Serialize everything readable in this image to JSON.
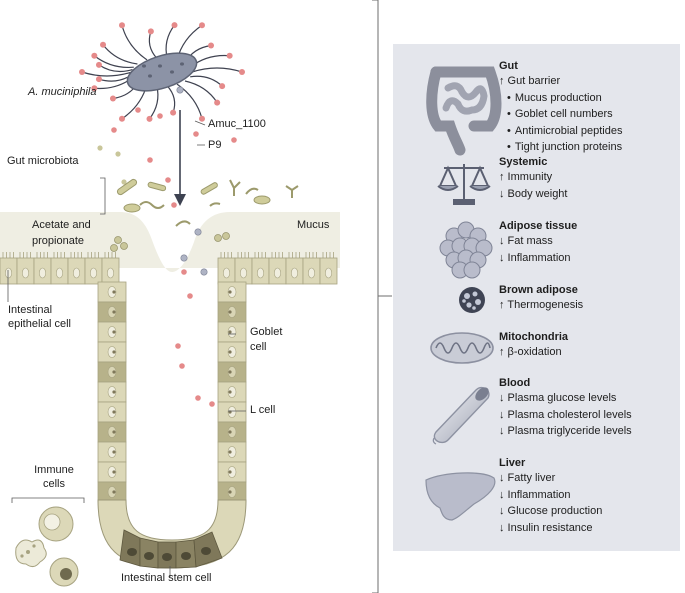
{
  "diagram": {
    "labels": {
      "akkermansia": "A. muciniphila",
      "amuc": "Amuc_1100",
      "p9": "P9",
      "gut_microbiota": "Gut microbiota",
      "acetate_line1": "Acetate and",
      "acetate_line2": "propionate",
      "mucus": "Mucus",
      "epithelial_line1": "Intestinal",
      "epithelial_line2": "epithelial cell",
      "goblet_line1": "Goblet",
      "goblet_line2": "cell",
      "lcell": "L cell",
      "immune_line1": "Immune",
      "immune_line2": "cells",
      "stem": "Intestinal stem cell"
    }
  },
  "panel": {
    "sections": [
      {
        "title": "Gut",
        "icon": "intestine-icon",
        "lines": [
          {
            "text": "↑ Gut barrier",
            "sub": false
          },
          {
            "text": "Mucus production",
            "sub": true
          },
          {
            "text": "Goblet cell numbers",
            "sub": true
          },
          {
            "text": "Antimicrobial peptides",
            "sub": true
          },
          {
            "text": "Tight junction proteins",
            "sub": true
          }
        ]
      },
      {
        "title": "Systemic",
        "icon": "balance-scale-icon",
        "lines": [
          {
            "text": "↑ Immunity",
            "sub": false
          },
          {
            "text": "↓ Body weight",
            "sub": false
          }
        ]
      },
      {
        "title": "Adipose tissue",
        "icon": "adipose-cells-icon",
        "lines": [
          {
            "text": "↓ Fat mass",
            "sub": false
          },
          {
            "text": "↓ Inflammation",
            "sub": false
          }
        ]
      },
      {
        "title": "Brown adipose",
        "icon": "brown-adipocyte-icon",
        "lines": [
          {
            "text": "↑ Thermogenesis",
            "sub": false
          }
        ]
      },
      {
        "title": "Mitochondria",
        "icon": "mitochondrion-icon",
        "lines": [
          {
            "text": "↑ β-oxidation",
            "sub": false
          }
        ]
      },
      {
        "title": "Blood",
        "icon": "blood-vessel-icon",
        "lines": [
          {
            "text": "↓ Plasma glucose levels",
            "sub": false
          },
          {
            "text": "↓ Plasma cholesterol levels",
            "sub": false
          },
          {
            "text": "↓ Plasma triglyceride levels",
            "sub": false
          }
        ]
      },
      {
        "title": "Liver",
        "icon": "liver-icon",
        "lines": [
          {
            "text": "↓ Fatty liver",
            "sub": false
          },
          {
            "text": "↓ Inflammation",
            "sub": false
          },
          {
            "text": "↓ Glucose production",
            "sub": false
          },
          {
            "text": "↓ Insulin resistance",
            "sub": false
          }
        ]
      }
    ]
  },
  "colors": {
    "panel_bg": "#e4e6ec",
    "bacterium": "#8c93a6",
    "epithelium": "#dcd8b8",
    "goblet": "#b7b28a",
    "stem_cell": "#7f785a",
    "red_particle": "#e58a8a",
    "grey_particle": "#aeb3c4",
    "mucus": "#efeee3"
  }
}
